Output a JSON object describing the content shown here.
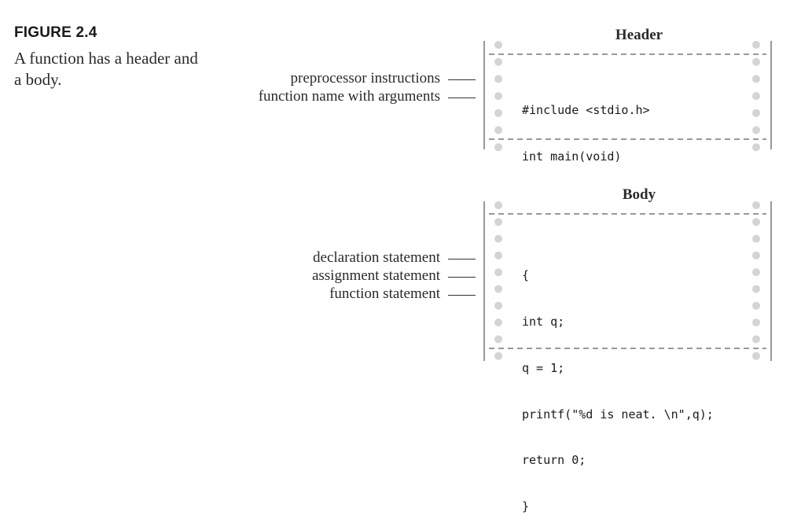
{
  "figure": {
    "label": "FIGURE 2.4",
    "caption": "A function has a header and a body."
  },
  "header_panel": {
    "title": "Header",
    "annotations": [
      "preprocessor instructions",
      "function name with arguments"
    ],
    "code_lines": [
      "#include <stdio.h>",
      "int main(void)"
    ]
  },
  "body_panel": {
    "title": "Body",
    "annotations": [
      "declaration statement",
      "assignment statement",
      "function statement"
    ],
    "code_lines": [
      "{",
      "int q;",
      "q = 1;",
      "printf(\"%d is neat. \\n\",q);",
      "return 0;",
      "}"
    ]
  },
  "colors": {
    "text": "#2a2a2a",
    "frame_line": "#333333",
    "sprocket_hole": "#d4d4d4"
  }
}
